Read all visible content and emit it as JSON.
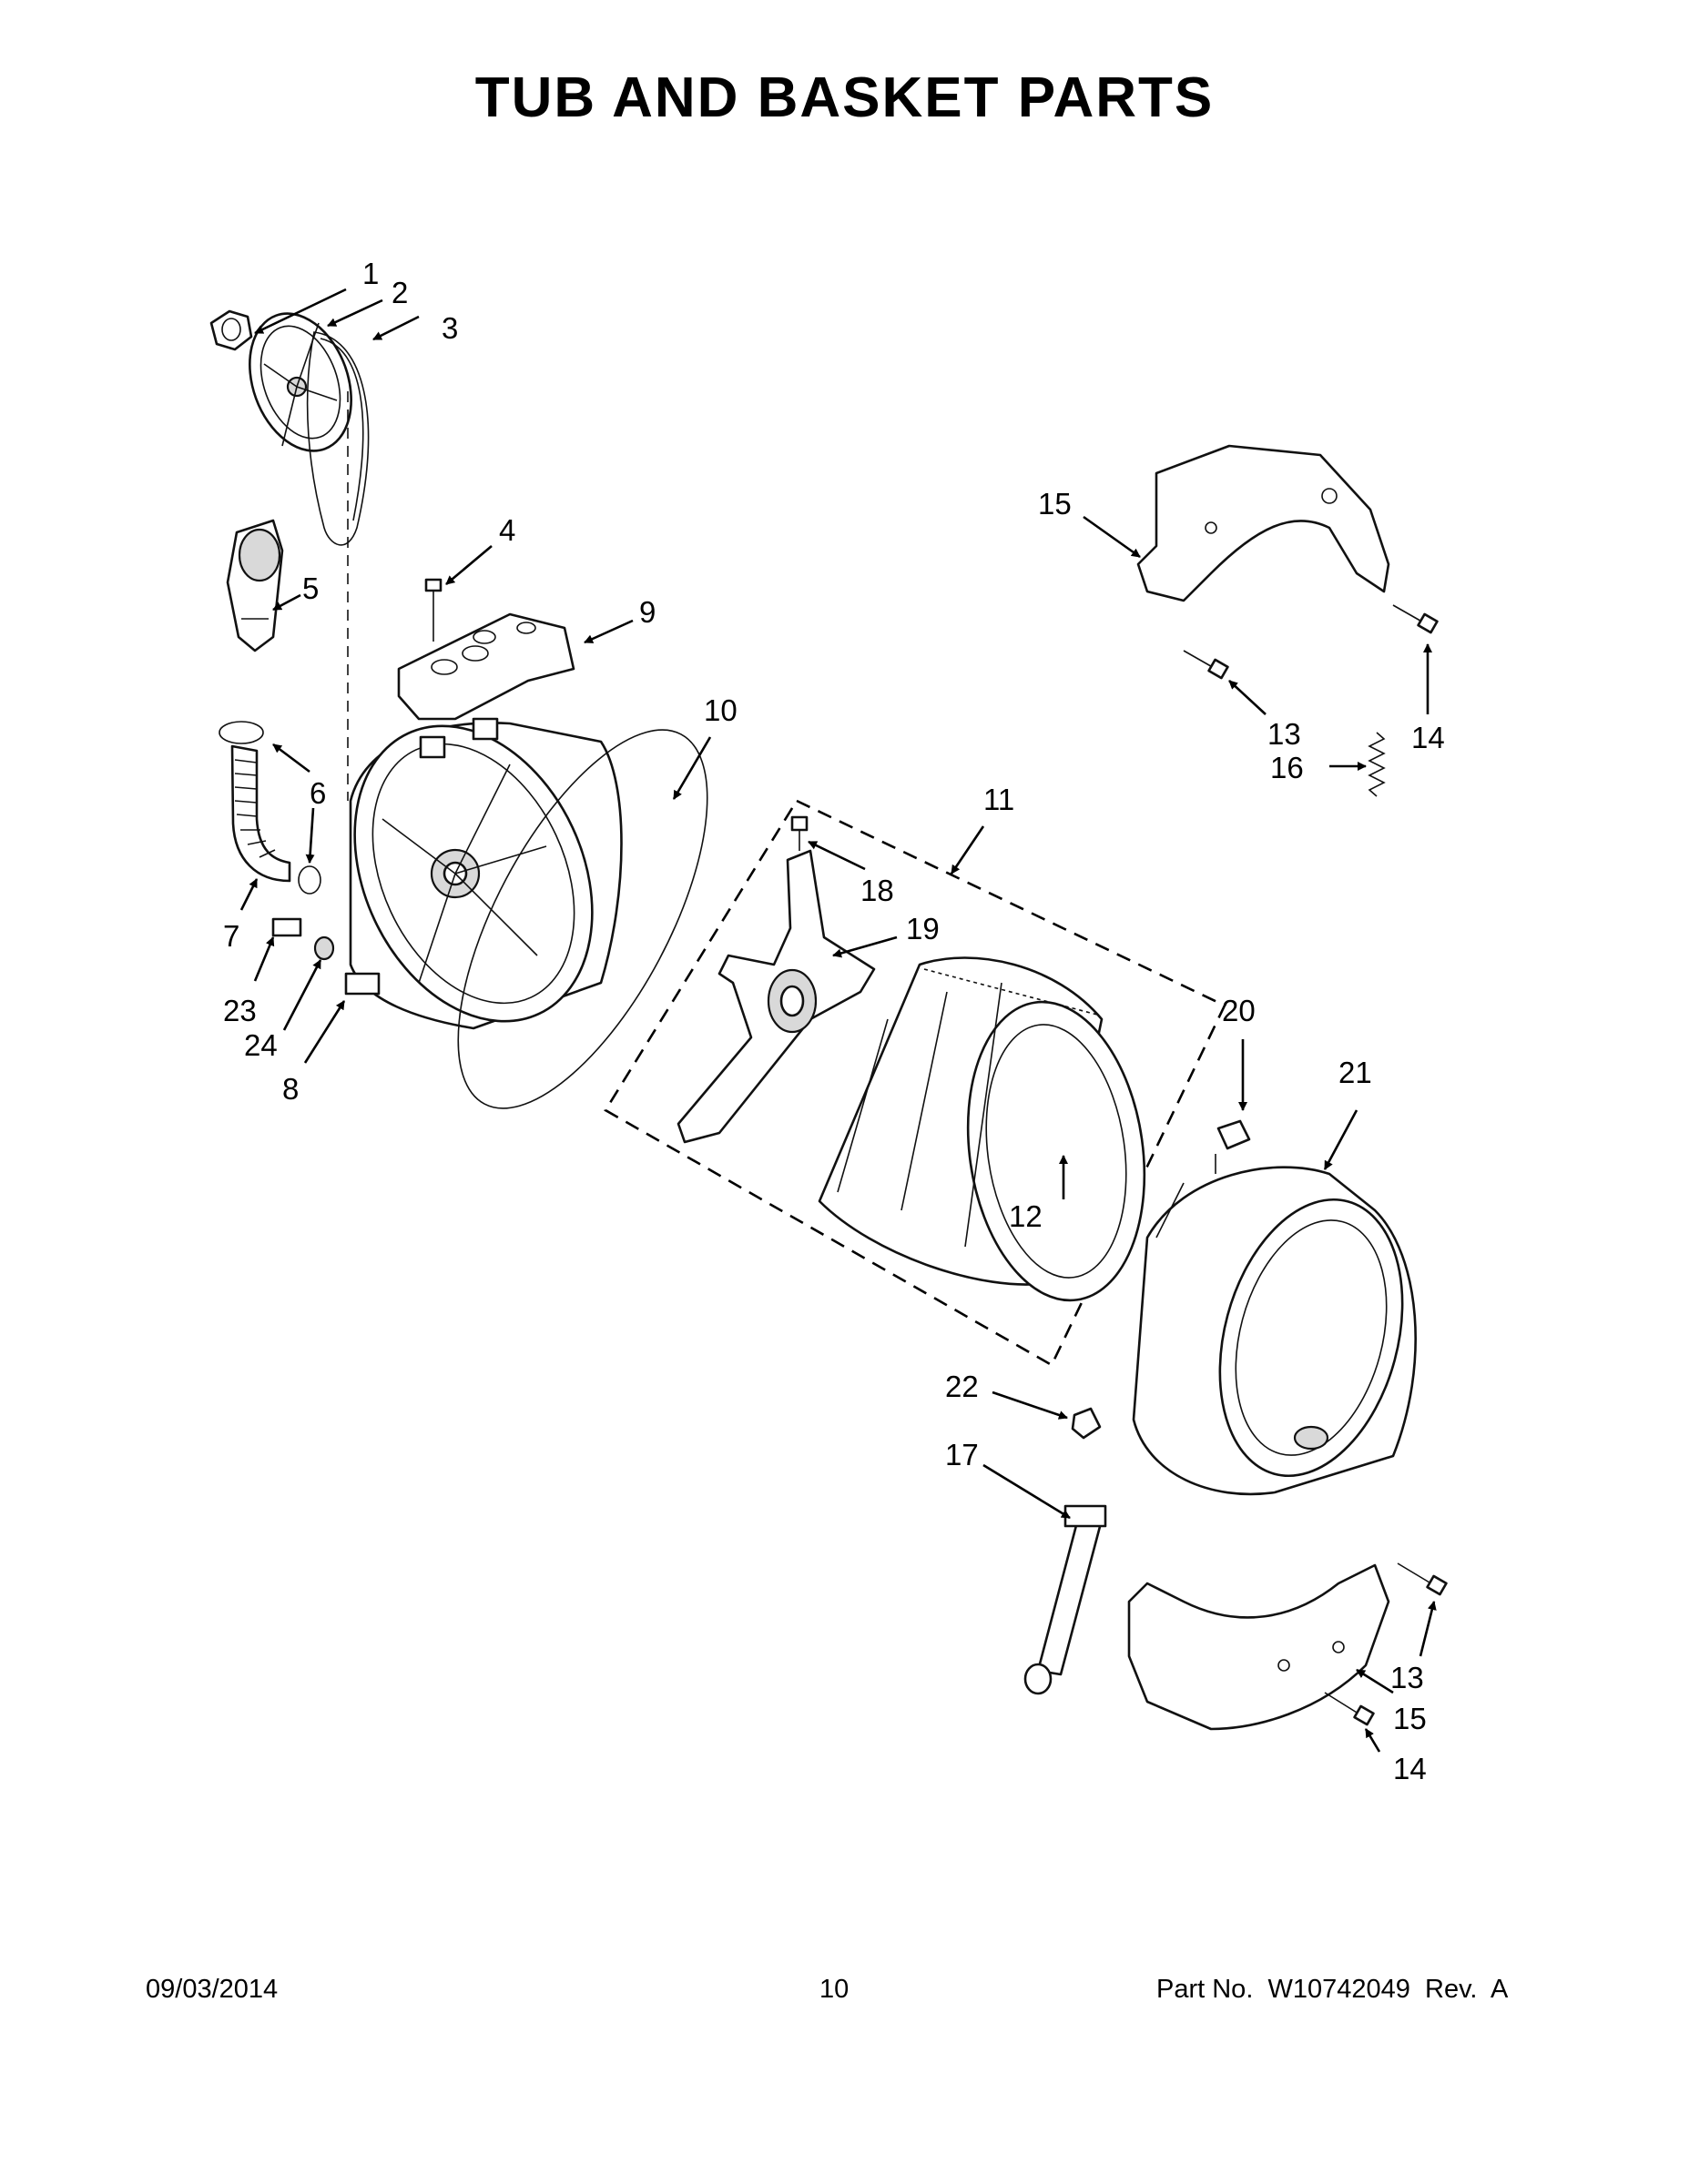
{
  "title": "TUB AND BASKET PARTS",
  "callouts": {
    "c1": "1",
    "c2": "2",
    "c3": "3",
    "c4": "4",
    "c5": "5",
    "c6": "6",
    "c7": "7",
    "c8": "8",
    "c9": "9",
    "c10": "10",
    "c11": "11",
    "c12": "12",
    "c13a": "13",
    "c13b": "13",
    "c14a": "14",
    "c14b": "14",
    "c15a": "15",
    "c15b": "15",
    "c16": "16",
    "c17": "17",
    "c18": "18",
    "c19": "19",
    "c20": "20",
    "c21": "21",
    "c22": "22",
    "c23": "23",
    "c24": "24"
  },
  "footer": {
    "date": "09/03/2014",
    "page": "10",
    "part_no": "Part No.  W10742049  Rev.  A"
  }
}
